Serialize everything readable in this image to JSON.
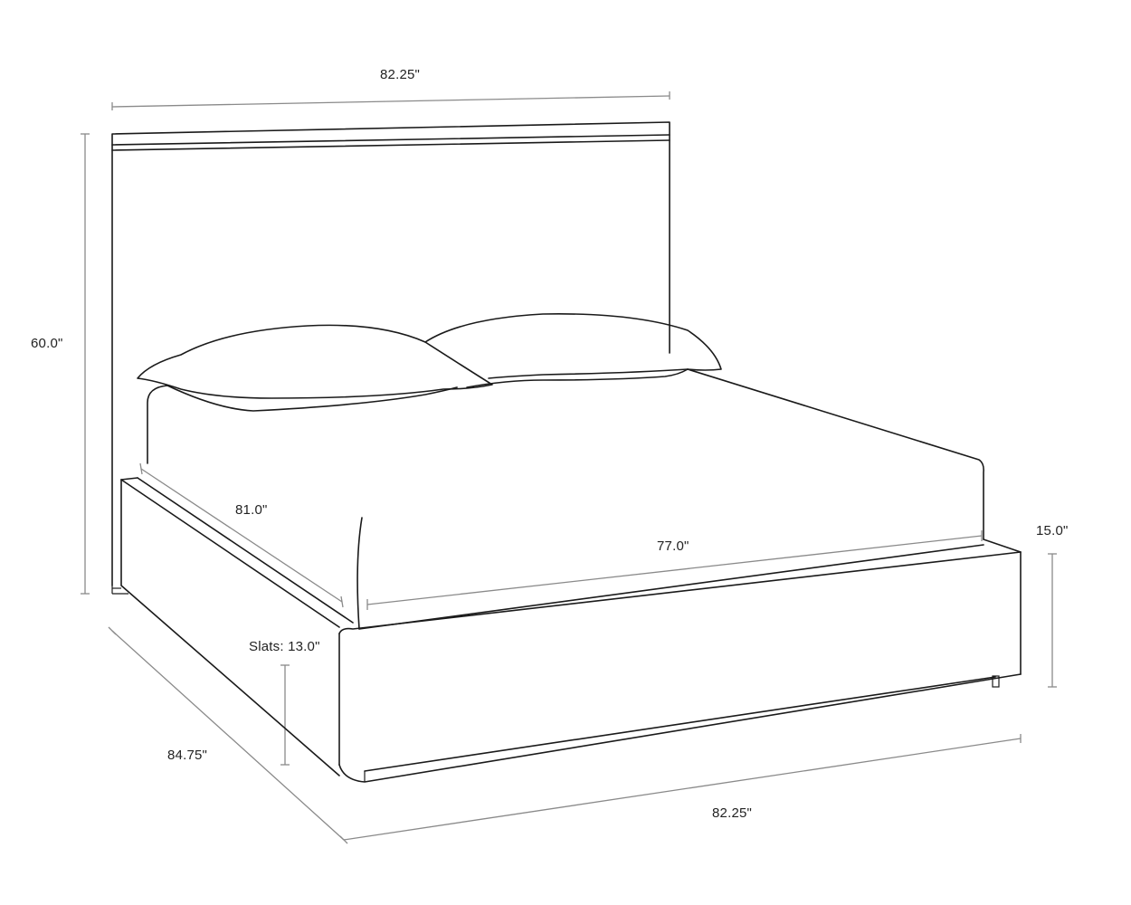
{
  "diagram": {
    "subject": "Platform bed with upholstered headboard and storage base",
    "dimensions": {
      "overall_width_top": "82.25\"",
      "overall_height": "60.0\"",
      "mattress_length": "81.0\"",
      "mattress_width": "77.0\"",
      "base_height": "15.0\"",
      "slat_height": "Slats: 13.0\"",
      "overall_depth": "84.75\"",
      "overall_width_bottom": "82.25\""
    }
  },
  "colors": {
    "outline": "#1a1a1a",
    "dimension_line": "#8a8a8a",
    "text": "#222222",
    "background": "#ffffff"
  }
}
